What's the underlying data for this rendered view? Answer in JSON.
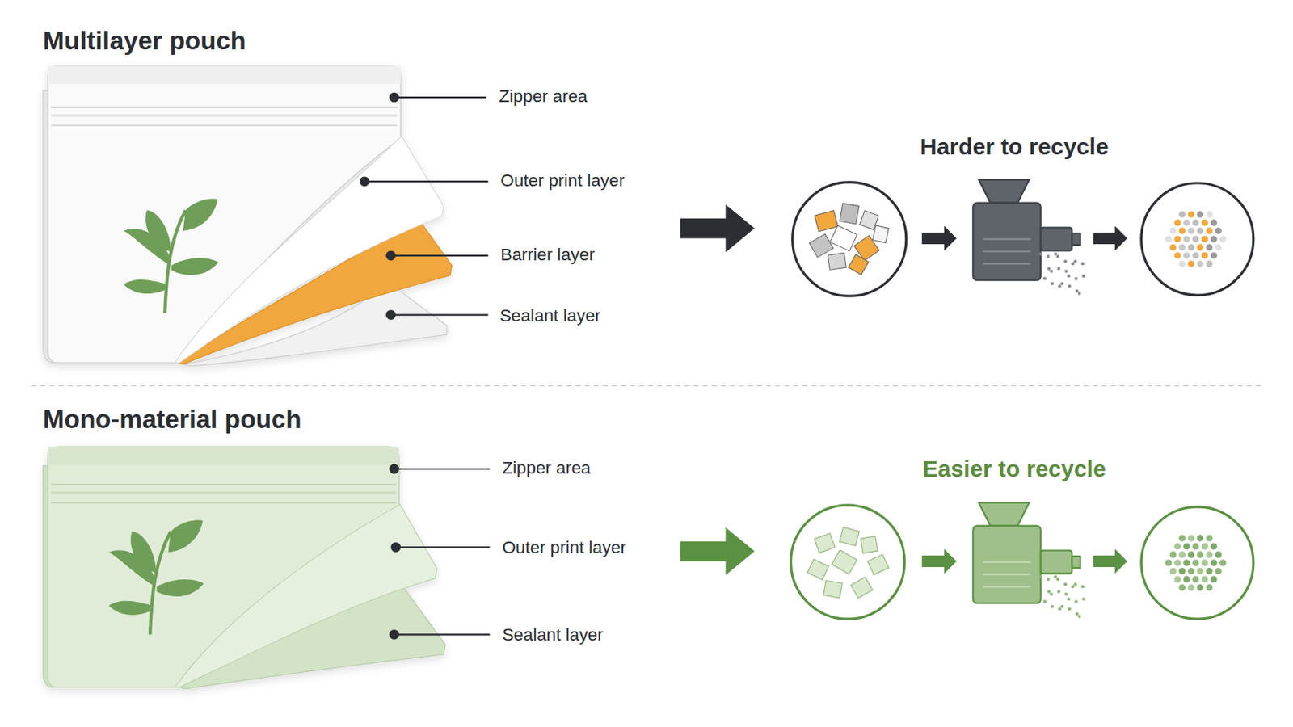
{
  "diagram": {
    "labels": [
      "Multilayer pouch",
      "Zipper area",
      "Outer print layer",
      "Barrier layer",
      "Sealant layer",
      "Harder to recycle",
      "Mono-material pouch",
      "Zipper area",
      "Outer print layer",
      "Sealant layer",
      "Easier to recycle"
    ]
  }
}
